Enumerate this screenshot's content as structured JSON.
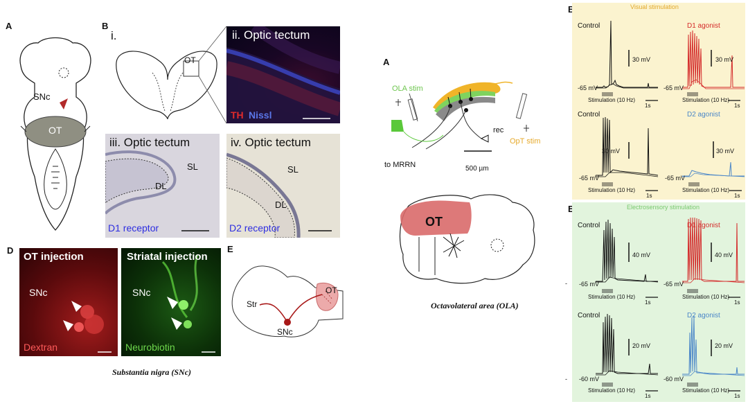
{
  "left_figure": {
    "panel_a": "A",
    "panel_b": "B",
    "panel_d": "D",
    "panel_e": "E",
    "sub_i": "i.",
    "snc_label": "SNc",
    "ot_label": "OT",
    "ot_small": "OT",
    "ii_title": "ii. Optic tectum",
    "th": "TH",
    "nissl": "Nissl",
    "iii_title": "iii. Optic tectum",
    "iv_title": "iv. Optic tectum",
    "sl": "SL",
    "dl": "DL",
    "d1_receptor": "D1 receptor",
    "d2_receptor": "D2 receptor",
    "ot_injection": "OT injection",
    "striatal_injection": "Striatal injection",
    "dextran": "Dextran",
    "neurobiotin": "Neurobiotin",
    "str": "Str",
    "caption": "Substantia nigra (SNc)"
  },
  "middle_figure": {
    "panel_a": "A",
    "ola_stim": "OLA stim",
    "opt_stim": "OpT stim",
    "rec": "rec",
    "to_mrrn": "to MRRN",
    "scale": "500 µm",
    "ot_label": "OT",
    "caption": "Octavolateral area (OLA)"
  },
  "right_figure": {
    "panel_b": "B",
    "panel_e": "E",
    "visual_title": "Visual stimulation",
    "electro_title": "Electrosensory stimulation",
    "control": "Control",
    "d1_agonist": "D1 agonist",
    "d2_agonist": "D2 agonist",
    "mv30": "30 mV",
    "mv40": "40 mV",
    "mv20": "20 mV",
    "rest65": "-65 mV",
    "rest60": "-60 mV",
    "stimulation": "Stimulation (10 Hz)",
    "one_s": "1s",
    "dash": "-",
    "colors": {
      "control": "#111111",
      "d1": "#d42a2a",
      "d2": "#4a86c8",
      "visual_bg": "#fbf3cf",
      "electro_bg": "#e2f4dd",
      "visual_title": "#e2a82a",
      "electro_title": "#79c96e"
    }
  }
}
